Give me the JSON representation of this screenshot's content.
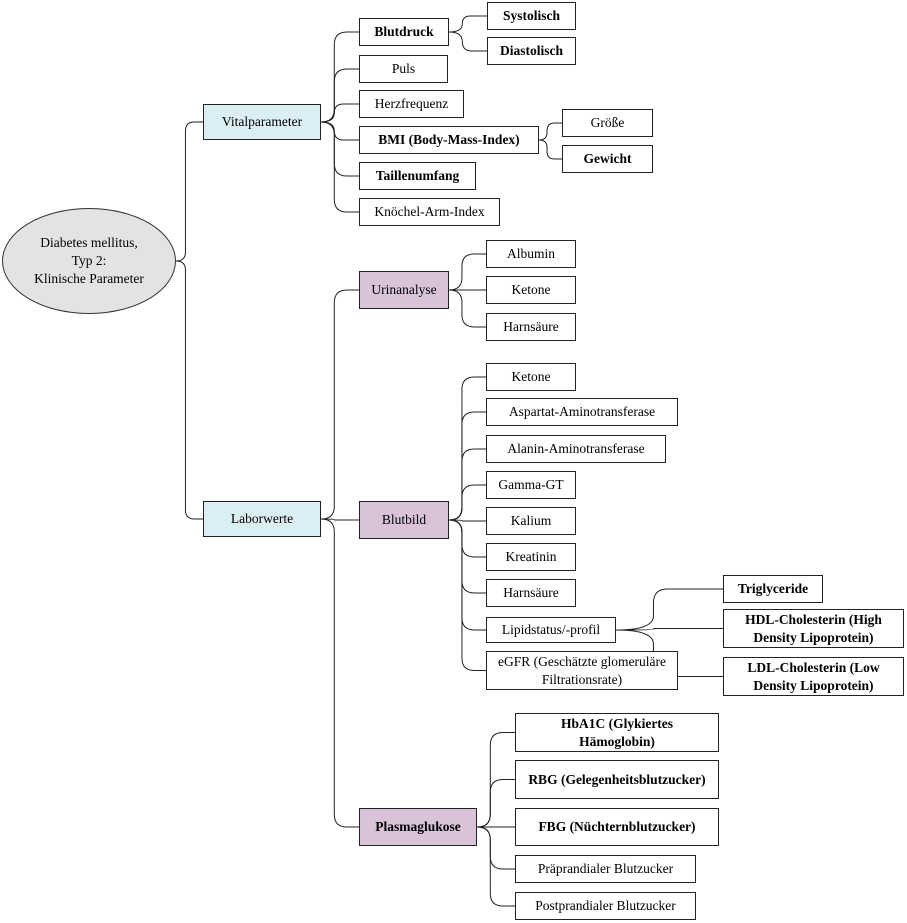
{
  "root": {
    "lines": [
      "Diabetes mellitus,",
      "Typ 2:",
      "Klinische Parameter"
    ]
  },
  "vital": {
    "label": "Vitalparameter",
    "blutdruck": "Blutdruck",
    "systolisch": "Systolisch",
    "diastolisch": "Diastolisch",
    "puls": "Puls",
    "herzfrequenz": "Herzfrequenz",
    "bmi": "BMI (Body-Mass-Index)",
    "groesse": "Größe",
    "gewicht": "Gewicht",
    "taille": "Taillenumfang",
    "knoechel": "Knöchel-Arm-Index"
  },
  "labor": {
    "label": "Laborwerte",
    "urin": {
      "label": "Urinanalyse",
      "albumin": "Albumin",
      "ketone": "Ketone",
      "harnsaeure": "Harnsäure"
    },
    "blutbild": {
      "label": "Blutbild",
      "ketone": "Ketone",
      "ast": "Aspartat-Aminotransferase",
      "alt": "Alanin-Aminotransferase",
      "ggt": "Gamma-GT",
      "kalium": "Kalium",
      "kreatinin": "Kreatinin",
      "harnsaeure": "Harnsäure",
      "lipid": "Lipidstatus/-profil",
      "egfr": "eGFR (Geschätzte glomeruläre Filtrationsrate)",
      "trigly": "Triglyceride",
      "hdl": "HDL-Cholesterin (High Density Lipoprotein)",
      "ldl": "LDL-Cholesterin (Low Density Lipoprotein)"
    },
    "plasma": {
      "label": "Plasmaglukose",
      "hba1c": "HbA1C (Glykiertes Hämoglobin)",
      "rbg": "RBG (Gelegenheitsblutzucker)",
      "fbg": "FBG (Nüchternblutzucker)",
      "prae": "Präprandialer Blutzucker",
      "post": "Postprandialer Blutzucker"
    }
  },
  "colors": {
    "category_fill": "#dbeef3",
    "subcategory_fill": "#d9c3d9",
    "root_fill": "#e3e3e3",
    "line": "#222222"
  }
}
